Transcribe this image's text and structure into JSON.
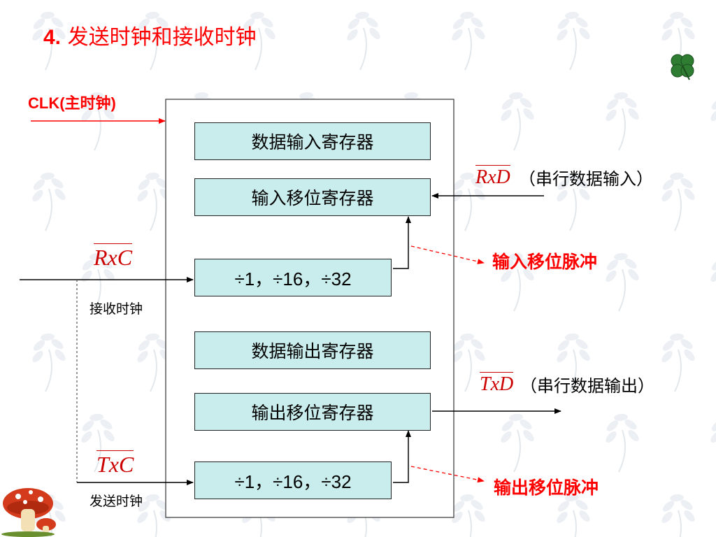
{
  "title": {
    "number": "4.",
    "text": "发送时钟和接收时钟"
  },
  "clk_label": "CLK(主时钟)",
  "registers": {
    "data_in": "数据输入寄存器",
    "shift_in": "输入移位寄存器",
    "data_out": "数据输出寄存器",
    "shift_out": "输出移位寄存器"
  },
  "dividers": {
    "rx": "÷1，÷16，÷32",
    "tx": "÷1，÷16，÷32"
  },
  "signals": {
    "rxd": "RxD",
    "rxd_desc": "（串行数据输入）",
    "txd": "TxD",
    "txd_desc": "（串行数据输出）",
    "rxc": "RxC",
    "rxc_desc": "接收时钟",
    "txc": "TxC",
    "txc_desc": "发送时钟"
  },
  "pulses": {
    "in": "输入移位脉冲",
    "out": "输出移位脉冲"
  },
  "colors": {
    "accent": "#ff0000",
    "box_fill": "#c9ecec",
    "signal": "#cc0000"
  },
  "decorations": [
    "clover-icon",
    "mushroom-icon"
  ]
}
